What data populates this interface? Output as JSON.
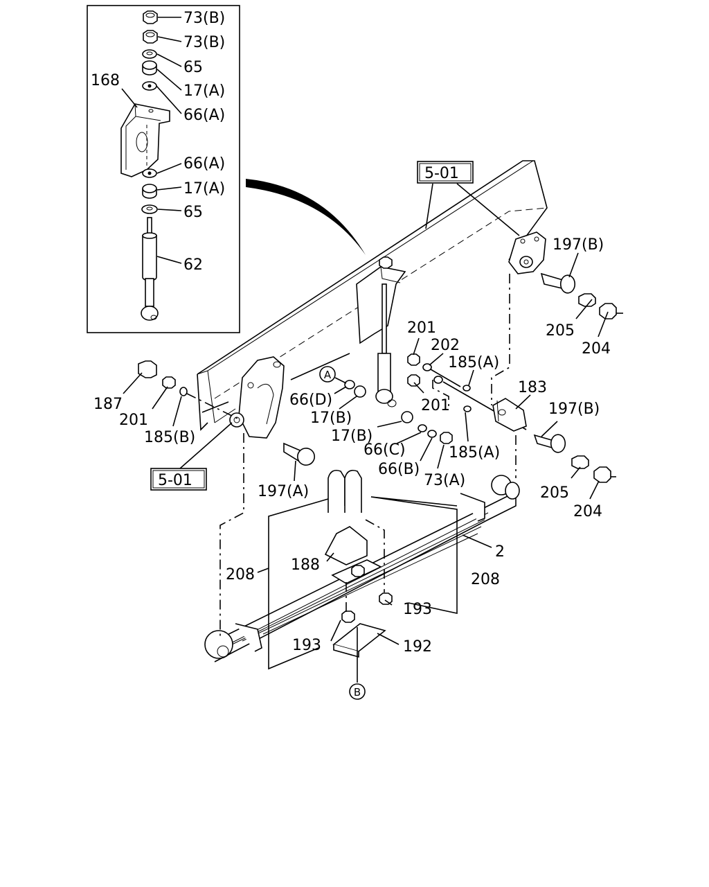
{
  "inset_labels": [
    "73(B)",
    "73(B)",
    "65",
    "17(A)",
    "168",
    "66(A)",
    "66(A)",
    "17(A)",
    "65",
    "62"
  ],
  "main_labels": [
    "197(B)",
    "205",
    "204",
    "201",
    "202",
    "185(A)",
    "183",
    "187",
    "201",
    "185(B)",
    "66(D)",
    "17(B)",
    "17(B)",
    "201",
    "185(A)",
    "197(B)",
    "66(C)",
    "66(B)",
    "73(A)",
    "197(A)",
    "205",
    "204",
    "2",
    "188",
    "208",
    "208",
    "193",
    "193",
    "192"
  ],
  "boxed_refs": [
    "5-01",
    "5-01"
  ],
  "circle_refs": [
    "A",
    "B"
  ]
}
